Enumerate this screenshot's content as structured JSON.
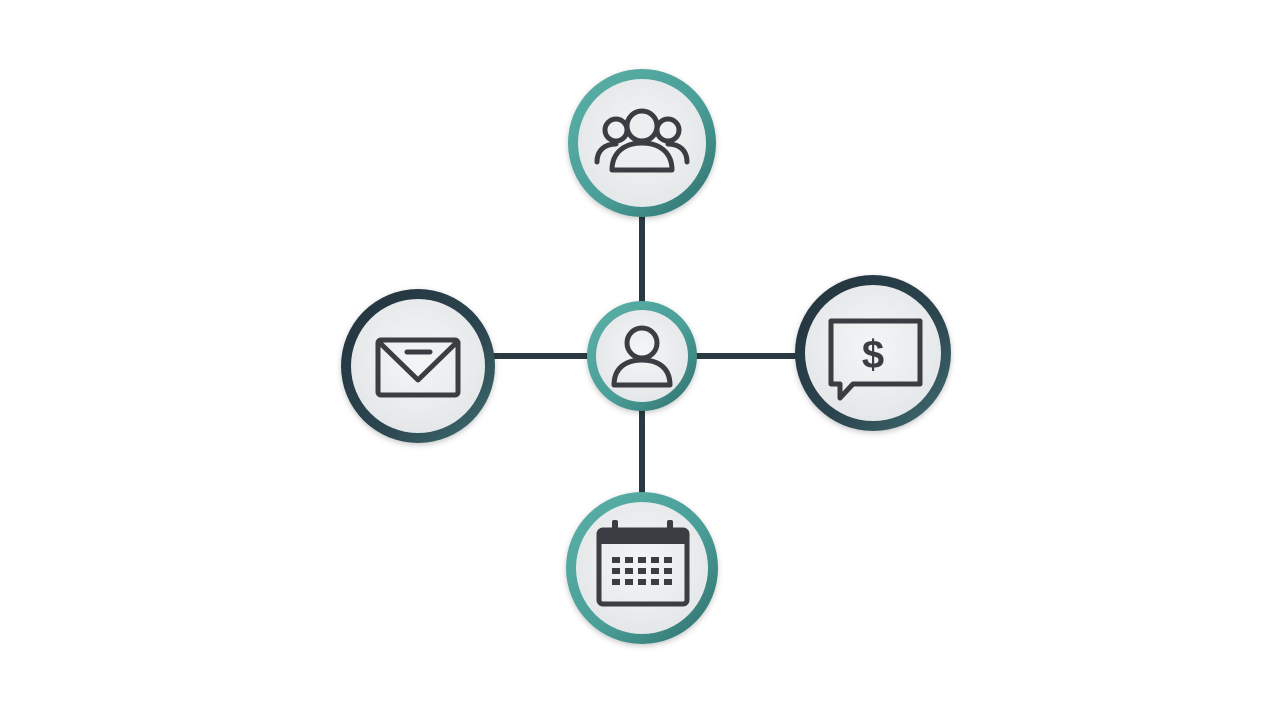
{
  "diagram": {
    "hub": {
      "icon": "user-icon"
    },
    "nodes": [
      {
        "id": "top",
        "icon": "team-icon",
        "ring": "teal"
      },
      {
        "id": "left",
        "icon": "envelope-icon",
        "ring": "dark"
      },
      {
        "id": "right",
        "icon": "payment-message-icon",
        "ring": "dark",
        "glyph": "$"
      },
      {
        "id": "bottom",
        "icon": "calendar-icon",
        "ring": "teal"
      }
    ]
  },
  "colors": {
    "teal": "#4fa59d",
    "teal_dark": "#2f6e6c",
    "dark_ring": "#2b3d48",
    "dark_ring_light": "#3e6a70",
    "connector": "#2b3942",
    "node_fill": "#eceef0",
    "icon_stroke": "#3a3d42",
    "background": "#ffffff"
  }
}
